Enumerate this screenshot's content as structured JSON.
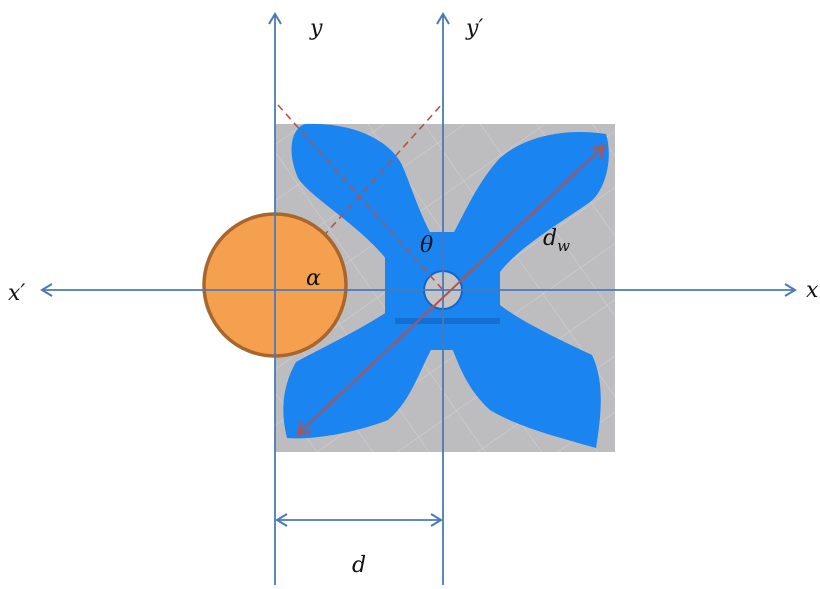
{
  "diagram": {
    "labels": {
      "x": "x",
      "x_prime": "x′",
      "y": "y",
      "y_prime": "y′",
      "d": "d",
      "theta": "θ",
      "alpha": "α",
      "dw_main": "d",
      "dw_sub": "w"
    },
    "colors": {
      "axis": "#4a7ab8",
      "impeller": "#1a84f0",
      "background_plate": "#bdbdbf",
      "circle_fill": "#f5a04e",
      "circle_stroke": "#a8662d",
      "diameter_arrow": "#b5524d",
      "dashed_guides": "#b5524d"
    }
  }
}
